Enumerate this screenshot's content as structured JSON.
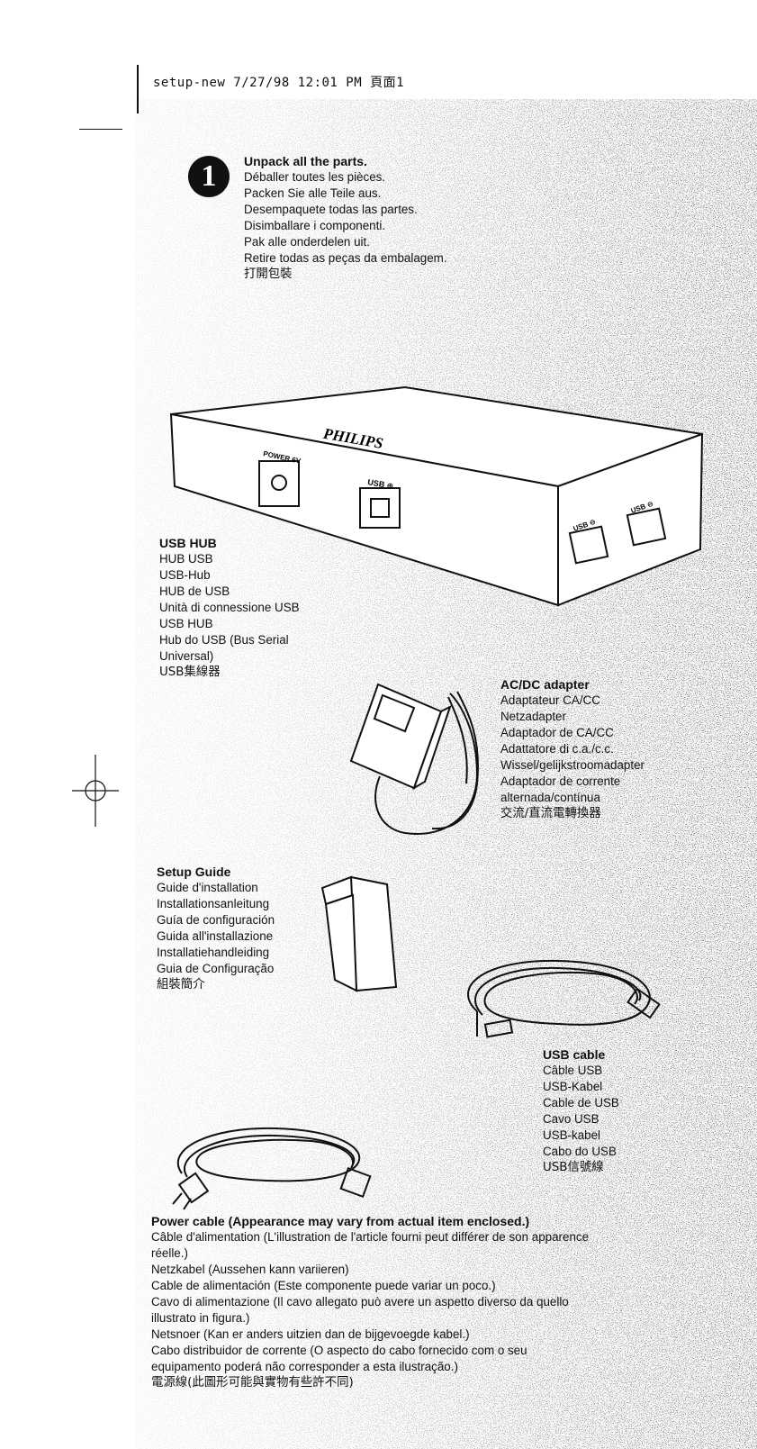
{
  "header": {
    "text": "setup-new 7/27/98 12:01 PM 頁面1"
  },
  "step": {
    "number": "1",
    "lines": [
      "Unpack all the parts.",
      "Déballer toutes les pièces.",
      "Packen Sie alle Teile aus.",
      "Desempaquete todas las partes.",
      "Disimballare i componenti.",
      "Pak alle onderdelen uit.",
      "Retire todas as peças da embalagem.",
      "打開包裝"
    ]
  },
  "hub_illustration": {
    "brand": "PHILIPS",
    "power_label": "POWER 6V",
    "usb_up_label": "USB ⊕",
    "usb_dn1_label": "USB ⊖",
    "usb_dn2_label": "USB ⊖"
  },
  "usb_hub": {
    "lines": [
      "USB HUB",
      "HUB USB",
      "USB-Hub",
      "HUB de USB",
      "Unità di connessione USB",
      "USB HUB",
      "Hub do USB (Bus Serial",
      "Universal)",
      "USB集線器"
    ]
  },
  "acdc_adapter": {
    "lines": [
      "AC/DC adapter",
      "Adaptateur CA/CC",
      "Netzadapter",
      "Adaptador de CA/CC",
      "Adattatore di c.a./c.c.",
      "Wissel/gelijkstroomadapter",
      "Adaptador de corrente",
      "alternada/contínua",
      "交流/直流電轉換器"
    ]
  },
  "setup_guide": {
    "lines": [
      "Setup Guide",
      "Guide d'installation",
      "Installationsanleitung",
      "Guía de configuración",
      "Guida all'installazione",
      "Installatiehandleiding",
      "Guia de Configuração",
      "組裝簡介"
    ]
  },
  "usb_cable": {
    "lines": [
      "USB cable",
      "Câble USB",
      "USB-Kabel",
      "Cable de USB",
      "Cavo USB",
      "USB-kabel",
      "Cabo do USB",
      "USB信號線"
    ]
  },
  "power_cable": {
    "lines": [
      "Power cable (Appearance may vary from actual item enclosed.)",
      "Câble d'alimentation (L'illustration de l'article fourni peut différer de son apparence",
      "réelle.)",
      "Netzkabel (Aussehen kann variieren)",
      "Cable de alimentación (Este componente puede variar un poco.)",
      "Cavo di alimentazione (Il cavo allegato può avere un aspetto diverso da quello",
      "illustrato in figura.)",
      "Netsnoer (Kan er anders uitzien dan de bijgevoegde kabel.)",
      "Cabo distribuidor de corrente (O aspecto do cabo fornecido com o seu",
      "equipamento poderá não corresponder a esta ilustração.)",
      "電源線(此圖形可能與實物有些許不同)"
    ]
  }
}
